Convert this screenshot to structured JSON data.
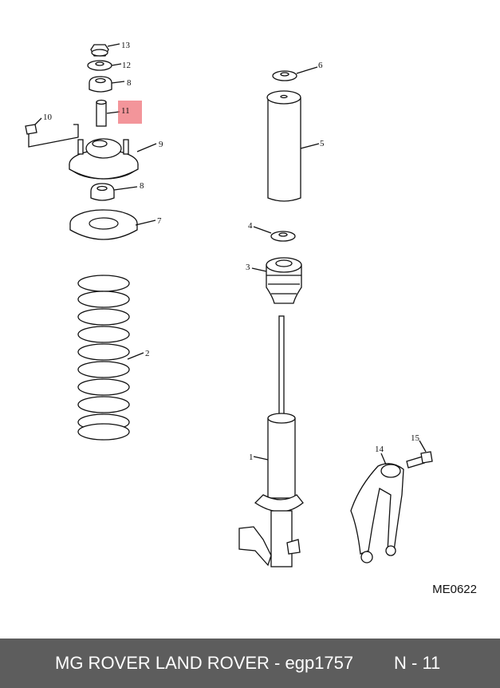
{
  "diagram": {
    "callouts": [
      "1",
      "2",
      "3",
      "4",
      "5",
      "6",
      "7",
      "8",
      "8",
      "9",
      "10",
      "11",
      "12",
      "13",
      "14",
      "15"
    ],
    "highlighted": "11",
    "drawing_code": "ME0622"
  },
  "footer": {
    "title": "MG ROVER LAND ROVER - egp1757",
    "page": "N - 11"
  },
  "colors": {
    "highlight": "#ec5c64",
    "footer_bg": "#5d5d5d"
  }
}
